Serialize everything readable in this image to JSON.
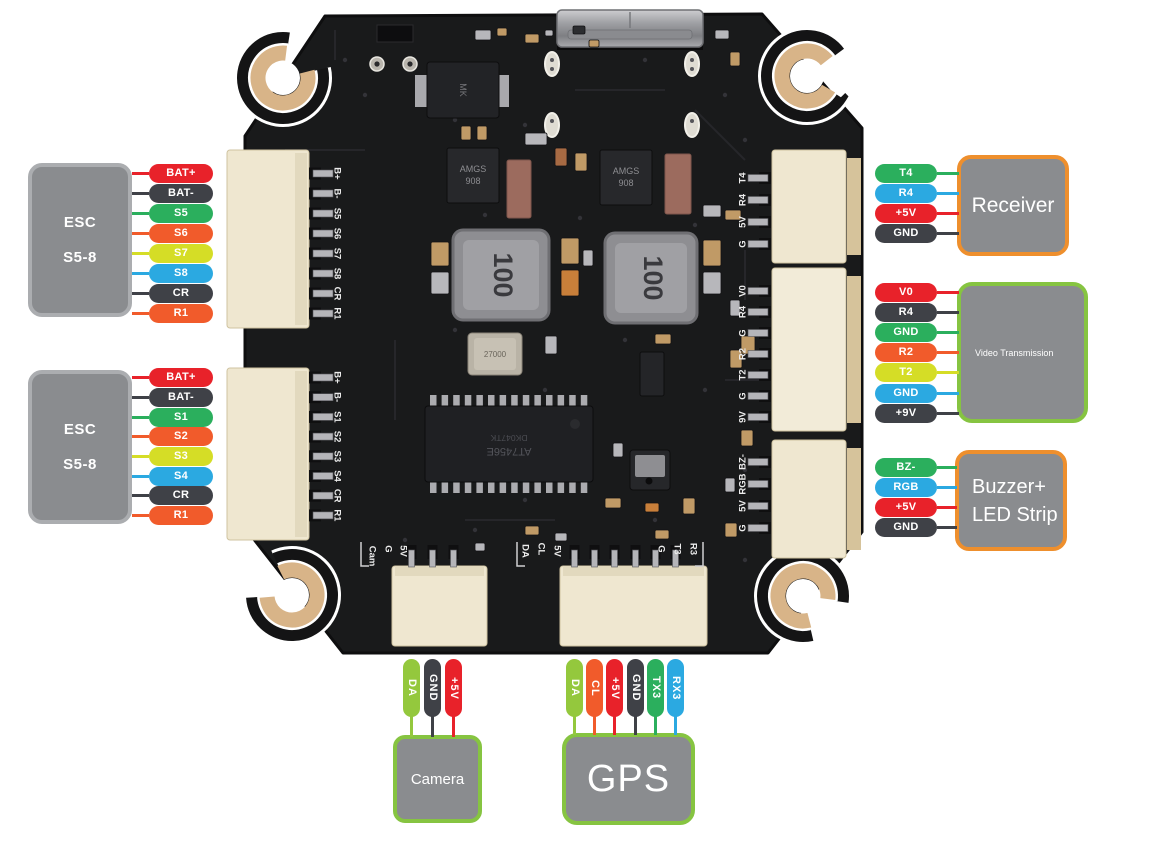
{
  "colors": {
    "red": "#E8222A",
    "dark": "#3F4147",
    "green": "#2BAF5D",
    "orange": "#F15B2B",
    "yellow": "#D5DD26",
    "blue": "#2BA9E1",
    "lime": "#94C83D",
    "box_gray": "#8A8C8F",
    "border_gray": "#ABADB0",
    "border_orange": "#EE8F2D",
    "border_green": "#86C441",
    "board_black": "#191A1B",
    "pad_gold": "#D8B488"
  },
  "blocks": {
    "esc_top": {
      "label_line1": "ESC",
      "label_line2": "S5-8",
      "pins": [
        {
          "label": "BAT+",
          "color": "red"
        },
        {
          "label": "BAT-",
          "color": "dark"
        },
        {
          "label": "S5",
          "color": "green"
        },
        {
          "label": "S6",
          "color": "orange"
        },
        {
          "label": "S7",
          "color": "yellow"
        },
        {
          "label": "S8",
          "color": "blue"
        },
        {
          "label": "CR",
          "color": "dark"
        },
        {
          "label": "R1",
          "color": "orange"
        }
      ]
    },
    "esc_bottom": {
      "label_line1": "ESC",
      "label_line2": "S5-8",
      "pins": [
        {
          "label": "BAT+",
          "color": "red"
        },
        {
          "label": "BAT-",
          "color": "dark"
        },
        {
          "label": "S1",
          "color": "green"
        },
        {
          "label": "S2",
          "color": "orange"
        },
        {
          "label": "S3",
          "color": "yellow"
        },
        {
          "label": "S4",
          "color": "blue"
        },
        {
          "label": "CR",
          "color": "dark"
        },
        {
          "label": "R1",
          "color": "orange"
        }
      ]
    },
    "receiver": {
      "label": "Receiver",
      "pins": [
        {
          "label": "T4",
          "color": "green"
        },
        {
          "label": "R4",
          "color": "blue"
        },
        {
          "label": "+5V",
          "color": "red"
        },
        {
          "label": "GND",
          "color": "dark"
        }
      ]
    },
    "video": {
      "label": "Video Transmission",
      "pins": [
        {
          "label": "V0",
          "color": "red"
        },
        {
          "label": "R4",
          "color": "dark"
        },
        {
          "label": "GND",
          "color": "green"
        },
        {
          "label": "R2",
          "color": "orange"
        },
        {
          "label": "T2",
          "color": "yellow"
        },
        {
          "label": "GND",
          "color": "blue"
        },
        {
          "label": "+9V",
          "color": "dark"
        }
      ]
    },
    "buzzer": {
      "label_line1": "Buzzer+",
      "label_line2": "LED Strip",
      "pins": [
        {
          "label": "BZ-",
          "color": "green"
        },
        {
          "label": "RGB",
          "color": "blue"
        },
        {
          "label": "+5V",
          "color": "red"
        },
        {
          "label": "GND",
          "color": "dark"
        }
      ]
    },
    "camera": {
      "label": "Camera",
      "pins": [
        {
          "label": "DA",
          "color": "lime"
        },
        {
          "label": "GND",
          "color": "dark"
        },
        {
          "label": "+5V",
          "color": "red"
        }
      ]
    },
    "gps": {
      "label": "GPS",
      "pins": [
        {
          "label": "DA",
          "color": "lime"
        },
        {
          "label": "CL",
          "color": "orange"
        },
        {
          "label": "+5V",
          "color": "red"
        },
        {
          "label": "GND",
          "color": "dark"
        },
        {
          "label": "TX3",
          "color": "green"
        },
        {
          "label": "RX3",
          "color": "blue"
        }
      ]
    }
  },
  "board": {
    "silkscreen": {
      "left_top": [
        "B+",
        "B-",
        "S5",
        "S6",
        "S7",
        "S8",
        "CR",
        "R1"
      ],
      "left_bottom": [
        "B+",
        "B-",
        "S1",
        "S2",
        "S3",
        "S4",
        "CR",
        "R1"
      ],
      "right_top": [
        "T4",
        "R4",
        "5V",
        "G"
      ],
      "right_middle": [
        "V0",
        "R4",
        "G",
        "R2",
        "T2",
        "G",
        "9V"
      ],
      "right_bottom": [
        "BZ-",
        "RGB",
        "5V",
        "G"
      ],
      "bottom_left": [
        "Cam",
        "G",
        "5V"
      ],
      "bottom_right": [
        "DA",
        "CL",
        "5V",
        "G",
        "T3",
        "R3"
      ]
    },
    "chip_labels": {
      "inductor": "100",
      "crystal": "27000",
      "regulator_line1": "AMGS",
      "regulator_line2": "908",
      "top_chip": "MK",
      "osd_line1": "AT7456E",
      "osd_line2": "DK047TK"
    }
  }
}
